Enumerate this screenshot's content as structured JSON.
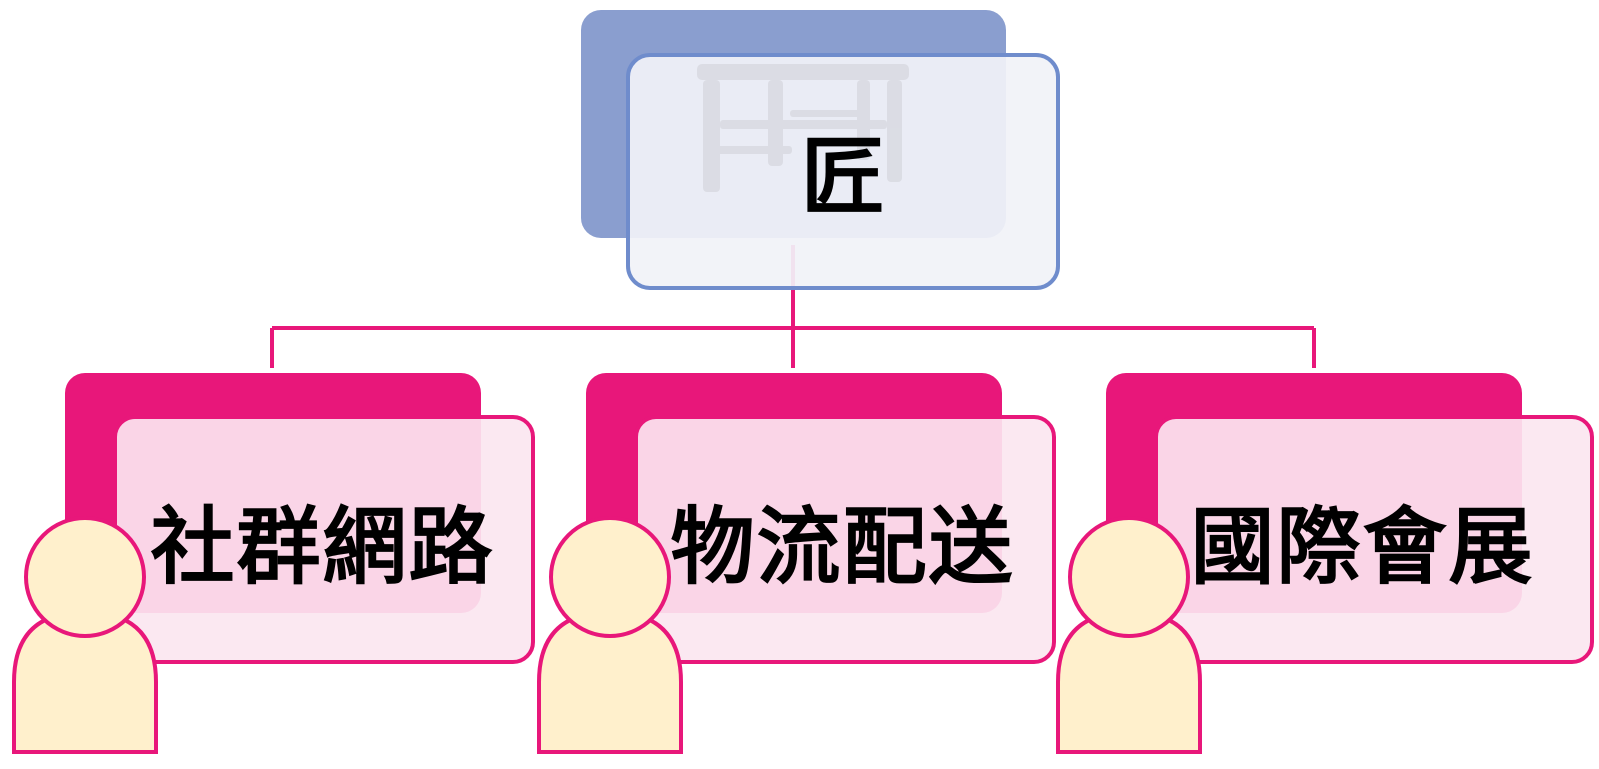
{
  "diagram": {
    "root": {
      "label": "匠",
      "image": "stool-icon"
    },
    "children": [
      {
        "label": "社群網路",
        "icon": "person-icon"
      },
      {
        "label": "物流配送",
        "icon": "person-icon"
      },
      {
        "label": "國際會展",
        "icon": "person-icon"
      }
    ]
  },
  "colors": {
    "root_back": "#8a9ecf",
    "root_front_fill": "#f1f2f8",
    "root_border": "#6f8ccc",
    "child_back": "#e8177a",
    "child_front_fill": "#fbe6f0",
    "child_border": "#e8177a",
    "connector": "#e8177a",
    "person_fill": "#fff0cc",
    "person_border": "#e8177a",
    "text": "#000000"
  }
}
